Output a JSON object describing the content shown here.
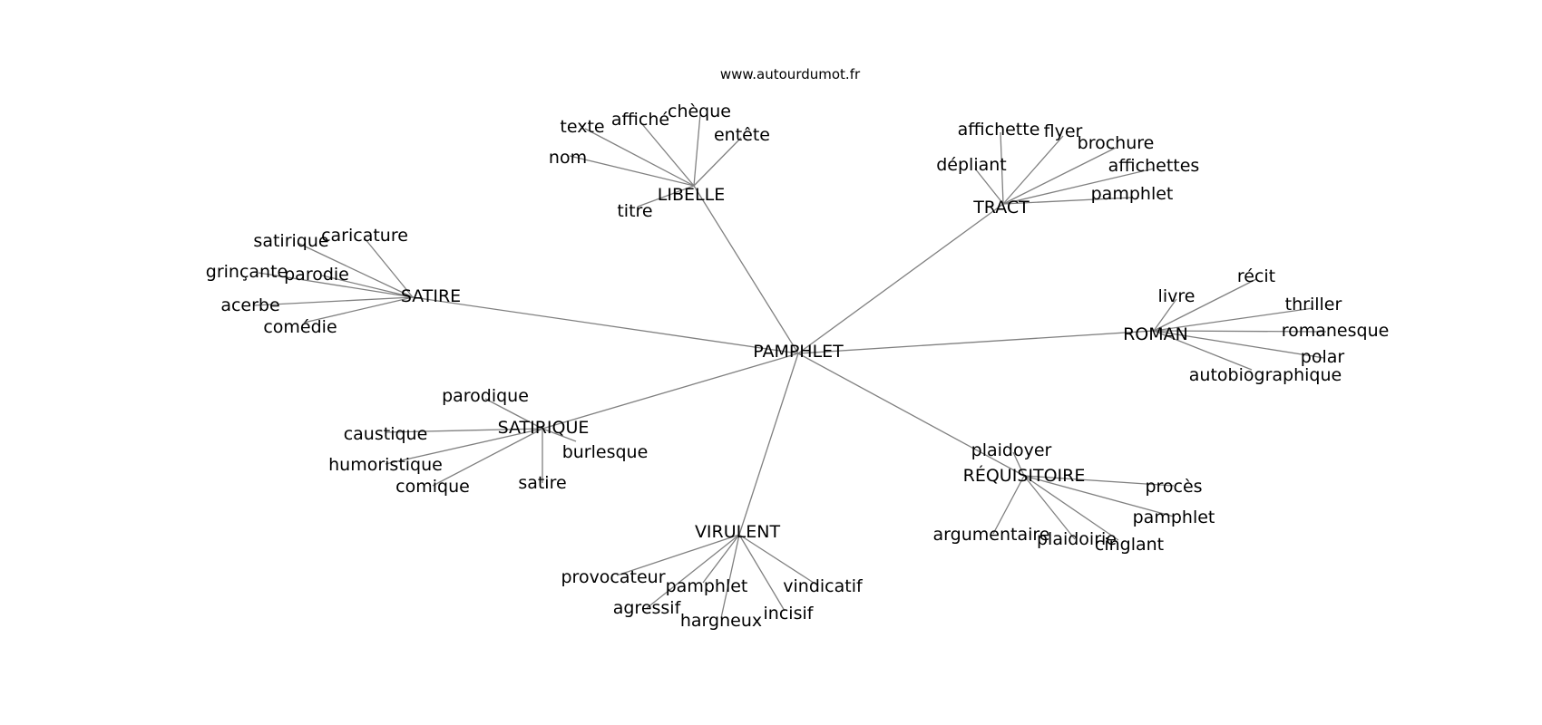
{
  "site_label": "www.autourdumot.fr",
  "colors": {
    "edge": "#808080",
    "text": "#000000",
    "background": "#ffffff"
  },
  "graph": {
    "center": "PAMPHLET",
    "hubs": [
      {
        "id": "libelle",
        "label": "LIBELLE",
        "children": [
          "texte",
          "affiché",
          "chèque",
          "entête",
          "nom",
          "titre"
        ]
      },
      {
        "id": "tract",
        "label": "TRACT",
        "children": [
          "affichette",
          "flyer",
          "brochure",
          "dépliant",
          "affichettes",
          "pamphlet"
        ]
      },
      {
        "id": "satire",
        "label": "SATIRE",
        "children": [
          "satirique",
          "caricature",
          "grinçante",
          "parodie",
          "acerbe",
          "comédie"
        ]
      },
      {
        "id": "roman",
        "label": "ROMAN",
        "children": [
          "récit",
          "livre",
          "thriller",
          "romanesque",
          "polar",
          "autobiographique"
        ]
      },
      {
        "id": "satirique",
        "label": "SATIRIQUE",
        "children": [
          "parodique",
          "caustique",
          "humoristique",
          "comique",
          "burlesque",
          "satire"
        ]
      },
      {
        "id": "requisitoire",
        "label": "RÉQUISITOIRE",
        "children": [
          "plaidoyer",
          "procès",
          "pamphlet",
          "argumentaire",
          "plaidoirie",
          "cinglant"
        ]
      },
      {
        "id": "virulent",
        "label": "VIRULENT",
        "children": [
          "provocateur",
          "pamphlet",
          "vindicatif",
          "agressif",
          "hargneux",
          "incisif"
        ]
      }
    ]
  }
}
